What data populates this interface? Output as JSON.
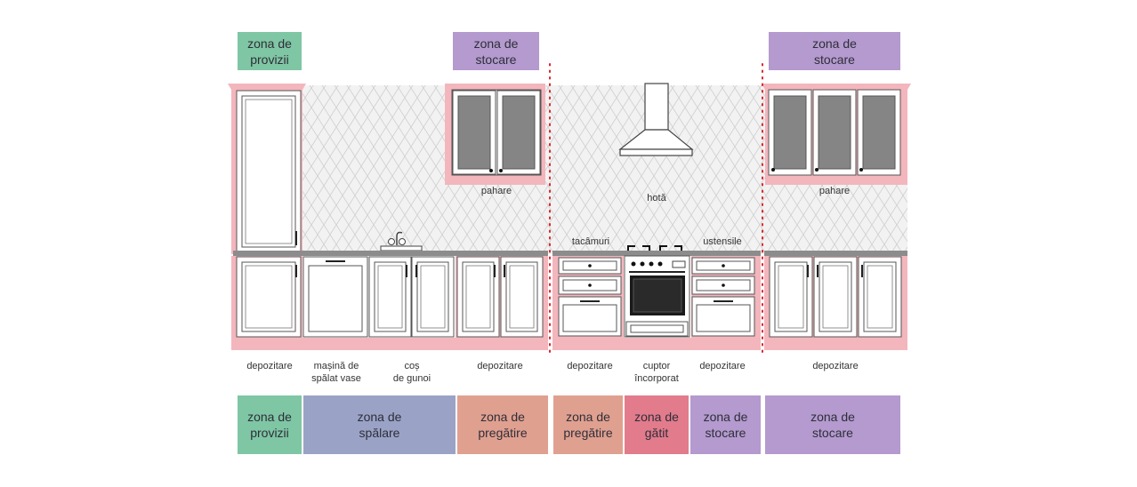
{
  "colors": {
    "provizii": "#7fc6a4",
    "spalare": "#9aa3c6",
    "pregatire": "#e0a08f",
    "gatit": "#e27b8b",
    "stocare": "#b49ace",
    "cabinet_pink": "#f3b6bd",
    "separator": "#d9262d"
  },
  "top_zones": {
    "provizii": "zona de\nprovizii",
    "stocare_left": "zona de\nstocare",
    "stocare_right": "zona de\nstocare"
  },
  "appliance_labels": {
    "pahare_left": "pahare",
    "pahare_right": "pahare",
    "hota": "hotă",
    "tacamuri": "tacâmuri",
    "ustensile": "ustensile"
  },
  "bottom_labels": {
    "depozitare_1": "depozitare",
    "masina_spalat": "mașină de\nspălat vase",
    "cos_gunoi": "coș\nde gunoi",
    "depozitare_2": "depozitare",
    "depozitare_3": "depozitare",
    "cuptor": "cuptor\nîncorporat",
    "depozitare_4": "depozitare",
    "depozitare_5": "depozitare"
  },
  "bottom_zones": {
    "provizii": "zona de\nprovizii",
    "spalare": "zona de\nspălare",
    "pregatire_1": "zona de\npregătire",
    "pregatire_2": "zona de\npregătire",
    "gatit": "zona de\ngătit",
    "stocare_1": "zona de\nstocare",
    "stocare_2": "zona de\nstocare"
  }
}
